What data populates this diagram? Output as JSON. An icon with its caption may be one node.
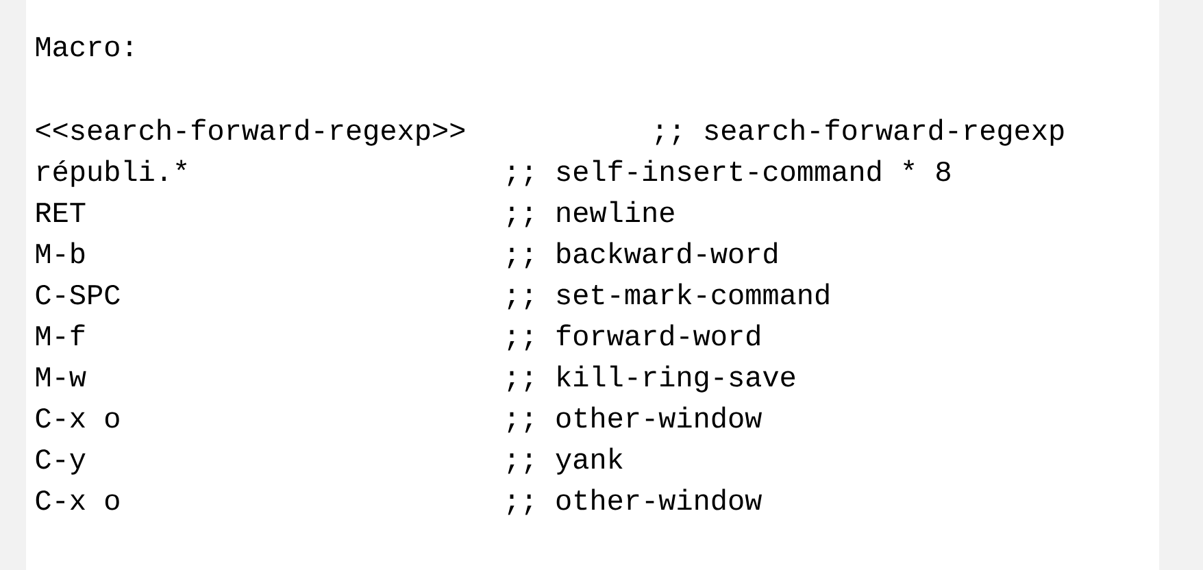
{
  "diagram": {
    "labels": [
      "Macro:",
      "<<search-forward-regexp>>",
      ";; search-forward-regexp",
      "républi.*",
      ";; self-insert-command * 8",
      "RET",
      ";; newline",
      "M-b",
      ";; backward-word",
      "C-SPC",
      ";; set-mark-command",
      "M-f",
      ";; forward-word",
      "M-w",
      ";; kill-ring-save",
      "C-x o",
      ";; other-window",
      "C-y",
      ";; yank",
      "C-x o",
      ";; other-window"
    ]
  }
}
